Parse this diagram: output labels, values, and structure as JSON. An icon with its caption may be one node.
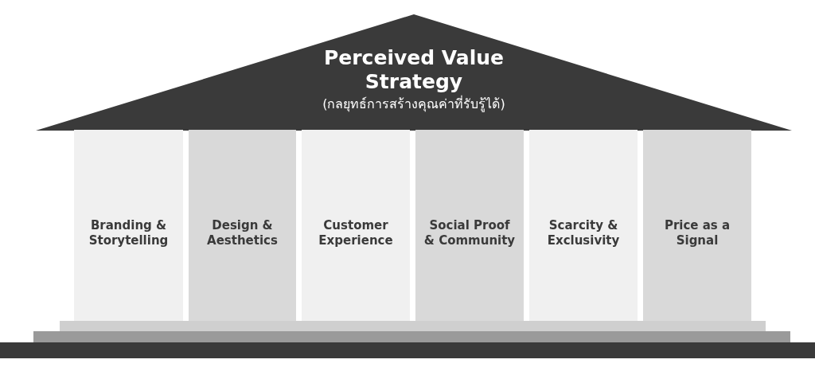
{
  "diagram": {
    "nodes": [
      {
        "text": [
          "Perceived Value Strategy",
          "(กลยุทธ์การสร้างคุณค่าที่รับรู้ได้)"
        ]
      },
      {
        "text": [
          "Branding & Storytelling"
        ]
      },
      {
        "text": [
          "Design & Aesthetics"
        ]
      },
      {
        "text": [
          "Customer Experience"
        ]
      },
      {
        "text": [
          "Social Proof & Community"
        ]
      },
      {
        "text": [
          "Scarcity & Exclusivity"
        ]
      },
      {
        "text": [
          "Price as a Signal"
        ]
      }
    ],
    "edges": []
  }
}
